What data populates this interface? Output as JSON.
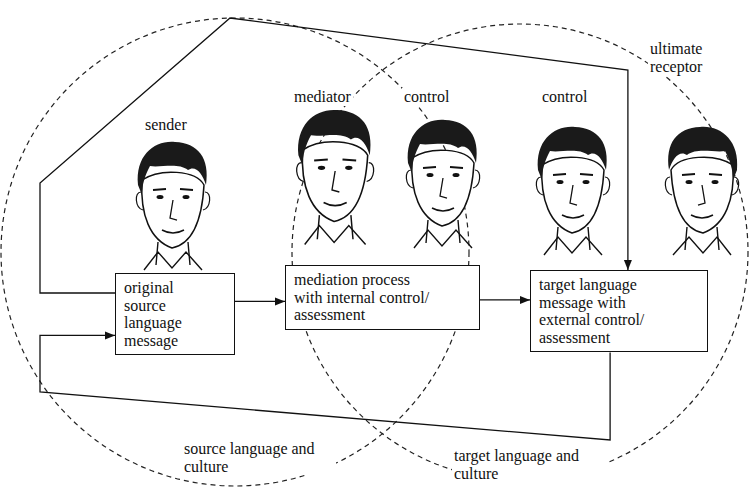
{
  "diagram": {
    "nodes": [
      {
        "text": [
          "original source language message"
        ]
      },
      {
        "text": [
          "mediation process with internal control/ assessment"
        ]
      },
      {
        "text": [
          "target language message with external control/ assessment"
        ]
      }
    ],
    "edges": [
      {
        "from": 0,
        "to": 1,
        "arrow": "to"
      },
      {
        "from": 1,
        "to": 2,
        "arrow": "to"
      },
      {
        "from": 0,
        "to": 2,
        "arrow": "to"
      },
      {
        "from": 2,
        "to": 0,
        "arrow": "to"
      }
    ],
    "labels": [
      "sender",
      "mediator",
      "control",
      "control",
      "ultimate receptor",
      "source language and culture",
      "target language and culture"
    ]
  }
}
